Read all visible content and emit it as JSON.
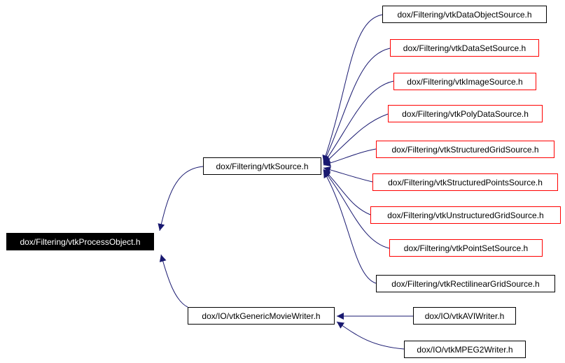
{
  "colors": {
    "edge": "#191970",
    "node_border": "#000000",
    "incomplete_border": "#ff0000",
    "root_fill": "#000000",
    "root_text": "#ffffff"
  },
  "nodes": {
    "process_object": "dox/Filtering/vtkProcessObject.h",
    "source": "dox/Filtering/vtkSource.h",
    "generic_movie_writer": "dox/IO/vtkGenericMovieWriter.h",
    "data_object_source": "dox/Filtering/vtkDataObjectSource.h",
    "data_set_source": "dox/Filtering/vtkDataSetSource.h",
    "image_source": "dox/Filtering/vtkImageSource.h",
    "poly_data_source": "dox/Filtering/vtkPolyDataSource.h",
    "structured_grid_source": "dox/Filtering/vtkStructuredGridSource.h",
    "structured_points_source": "dox/Filtering/vtkStructuredPointsSource.h",
    "unstructured_grid_source": "dox/Filtering/vtkUnstructuredGridSource.h",
    "point_set_source": "dox/Filtering/vtkPointSetSource.h",
    "rectilinear_grid_source": "dox/Filtering/vtkRectilinearGridSource.h",
    "avi_writer": "dox/IO/vtkAVIWriter.h",
    "mpeg2_writer": "dox/IO/vtkMPEG2Writer.h"
  }
}
